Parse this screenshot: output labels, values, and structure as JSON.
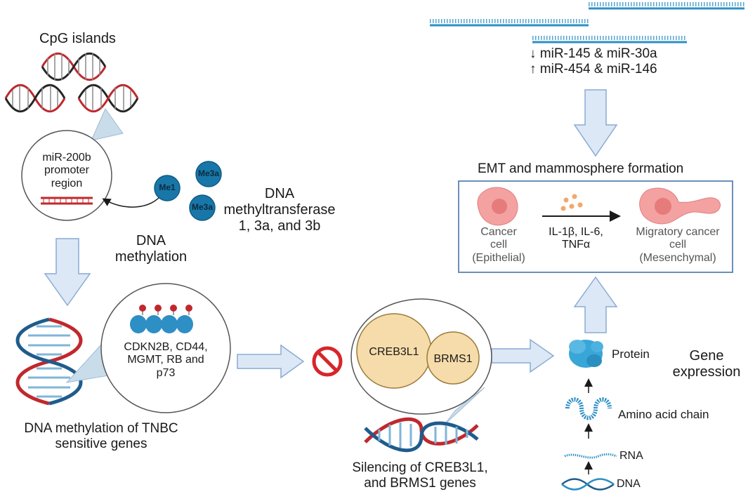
{
  "methylation_panel": {
    "cpg_title": "CpG islands",
    "promoter_lines": [
      "miR-200b",
      "promoter",
      "region"
    ],
    "enzyme_badges": [
      "Me1",
      "Me3a",
      "Me3a"
    ],
    "enzyme_caption_lines": [
      "DNA",
      "methyltransferase",
      "1, 3a, and 3b"
    ],
    "process_caption_lines": [
      "DNA",
      "methylation"
    ]
  },
  "tnbc_panel": {
    "gene_lines": [
      "CDKN2B, CD44,",
      "MGMT, RB and",
      "p73"
    ],
    "caption_lines": [
      "DNA methylation of TNBC",
      "sensitive genes"
    ]
  },
  "silencing_panel": {
    "genes": [
      "CREB3L1",
      "BRMS1"
    ],
    "caption_lines": [
      "Silencing of CREB3L1,",
      "and BRMS1 genes"
    ]
  },
  "mirna_panel": {
    "lines": [
      "↓ miR-145 & miR-30a",
      "↑ miR-454 & miR-146"
    ]
  },
  "emt_panel": {
    "title": "EMT and mammosphere formation",
    "cancer_cell_lines": [
      "Cancer",
      "cell",
      "(Epithelial)"
    ],
    "cytokine_lines": [
      "IL-1β, IL-6,",
      "TNFα"
    ],
    "migratory_lines": [
      "Migratory cancer",
      "cell",
      "(Mesenchymal)"
    ]
  },
  "expression_panel": {
    "title_lines": [
      "Gene",
      "expression"
    ],
    "protein": "Protein",
    "amino_acid_chain": "Amino acid chain",
    "rna": "RNA",
    "dna": "DNA"
  },
  "colors": {
    "arrow_fill": "#dde8f6",
    "arrow_stroke": "#8aaad3",
    "badge": "#1877a8",
    "strand_red": "#c0282d",
    "strand_blue": "#1f5c8c",
    "strand_dark": "#262626",
    "gene_circle": "#f6dcaa",
    "cell_pink": "#f4a1a1",
    "cell_core": "#e57b7b",
    "no_sign": "#d6262b",
    "protein": "#39a6d8"
  }
}
